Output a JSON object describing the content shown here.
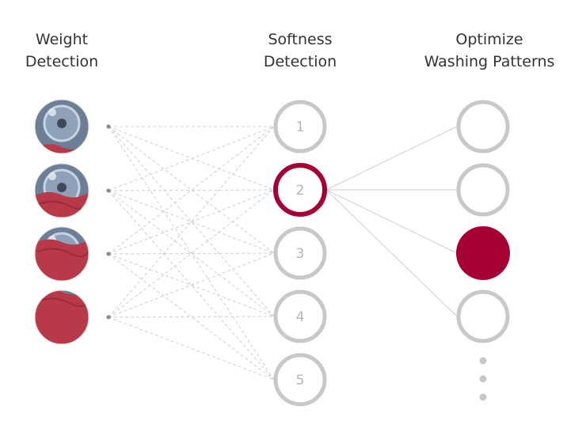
{
  "columns": {
    "weight": {
      "line1": "Weight",
      "line2": "Detection"
    },
    "softness": {
      "line1": "Softness",
      "line2": "Detection"
    },
    "optimize": {
      "line1": "Optimize",
      "line2": "Washing Patterns"
    }
  },
  "softness_nodes": [
    {
      "label": "1",
      "active": false
    },
    {
      "label": "2",
      "active": true
    },
    {
      "label": "3",
      "active": false
    },
    {
      "label": "4",
      "active": false
    },
    {
      "label": "5",
      "active": false
    }
  ],
  "weight_levels": [
    {
      "fill_fraction": 0.15
    },
    {
      "fill_fraction": 0.45
    },
    {
      "fill_fraction": 0.75
    },
    {
      "fill_fraction": 1.0
    }
  ],
  "pattern_nodes": [
    {
      "selected": false
    },
    {
      "selected": false
    },
    {
      "selected": true
    },
    {
      "selected": false
    }
  ],
  "colors": {
    "accent": "#a50034",
    "ring": "#c8c8c8",
    "line": "#cfcfcf",
    "drum": "#6d7f96",
    "cloth": "#b83a48"
  }
}
